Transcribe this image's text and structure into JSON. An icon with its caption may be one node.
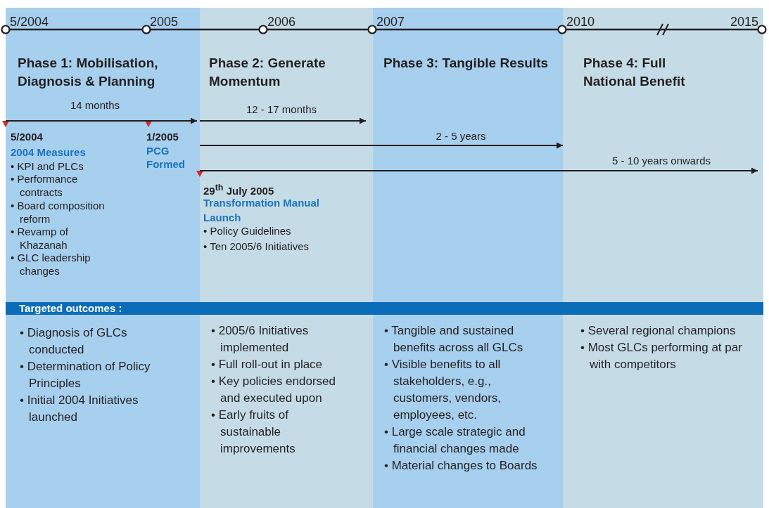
{
  "diagram": {
    "nodes": [
      {
        "text": [
          "Phase 1: Mobilisation, Diagnosis & Planning"
        ]
      },
      {
        "text": [
          "Phase 2: Generate Momentum"
        ]
      },
      {
        "text": [
          "Phase 3: Tangible Results"
        ]
      },
      {
        "text": [
          "Phase 4: Full National Benefit"
        ]
      },
      {
        "text": [
          "Targeted outcomes :"
        ]
      },
      {
        "text": [],
        "shape": "circle",
        "beside": [
          "5/2004"
        ]
      },
      {
        "text": [],
        "shape": "circle",
        "beside": [
          "2005"
        ]
      },
      {
        "text": [],
        "shape": "circle",
        "beside": [
          "2006"
        ]
      },
      {
        "text": [],
        "shape": "circle",
        "beside": [
          "2007"
        ]
      },
      {
        "text": [],
        "shape": "circle",
        "beside": [
          "2010"
        ]
      },
      {
        "text": [],
        "shape": "circle",
        "beside": [
          "2015"
        ]
      },
      {
        "text": [],
        "shape": "triangle"
      },
      {
        "text": [],
        "shape": "triangle"
      },
      {
        "text": [],
        "shape": "triangle"
      }
    ],
    "edges": [
      {
        "from": 5,
        "to": 6,
        "arrow": "none"
      },
      {
        "from": 6,
        "to": 7,
        "arrow": "none"
      },
      {
        "from": 7,
        "to": 8,
        "arrow": "none"
      },
      {
        "from": 8,
        "to": 9,
        "arrow": "none"
      },
      {
        "from": 9,
        "to": 10,
        "arrow": "none"
      },
      {
        "from": 11,
        "to": null,
        "arrow": "to",
        "label": "14 months"
      },
      {
        "from": 13,
        "to": null,
        "arrow": "to",
        "label": "5 - 10 years onwards"
      }
    ],
    "labels": [
      "5/2004",
      "2004 Measures",
      "• KPI and PLCs",
      "• Performance contracts",
      "• Board composition reform",
      "• Revamp of Khazanah",
      "• GLC leadership changes",
      "1/2005",
      "PCG Formed",
      "29$^{th}$ July 2005",
      "Transformation Manual Launch",
      "• Policy Guidelines",
      "• Ten 2005/6 Initiatives",
      "• Diagnosis of GLCs conducted",
      "• Determination of Policy Principles",
      "• Initial 2004 Initiatives launched",
      "• 2005/6 Initiatives implemented",
      "• Full roll-out in place",
      "• Key policies endorsed and executed upon",
      "• Early fruits of sustainable improvements",
      "• Tangible and sustained benefits across all GLCs",
      "• Visible benefits to all stakeholders, e.g., customers, vendors, employees, etc.",
      "• Large scale strategic and financial changes made",
      "• Material changes to Boards",
      "• Several regional champions",
      "• Most GLCs performing at par with competitors",
      "12 - 17 months",
      "2 - 5 years"
    ]
  }
}
